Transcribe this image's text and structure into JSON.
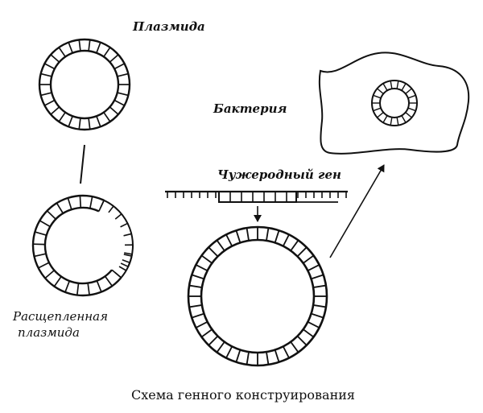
{
  "labels": {
    "plasmid": "Плазмида",
    "bacterium": "Бактерия",
    "foreign_gene": "Чужеродный ген",
    "split_plasmid_line1": "Расщепленная",
    "split_plasmid_line2": "плазмида",
    "caption": "Схема генного конструирования"
  }
}
